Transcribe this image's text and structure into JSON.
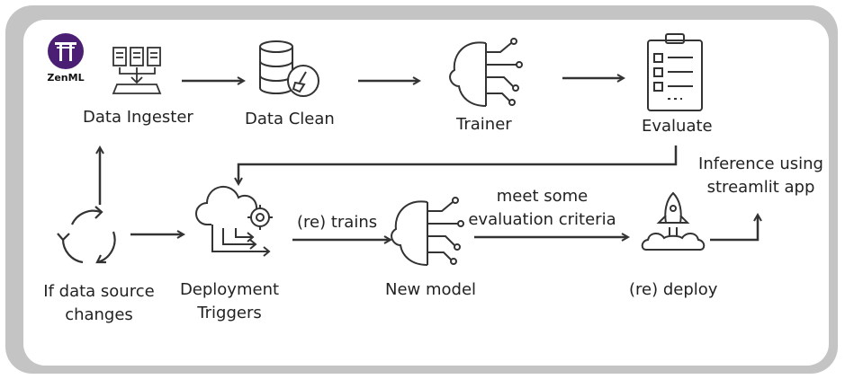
{
  "brand": {
    "name": "ZenML",
    "color": "#4b1f73"
  },
  "nodes": {
    "data_ingester": "Data Ingester",
    "data_clean": "Data Clean",
    "trainer": "Trainer",
    "evaluate": "Evaluate",
    "data_source": "If data source changes",
    "deployment_triggers": "Deployment Triggers",
    "new_model": "New model",
    "deploy": "(re) deploy",
    "inference": "Inference using streamlit app"
  },
  "edges": {
    "retrains": "(re) trains",
    "criteria": "meet some evaluation criteria"
  },
  "icons": [
    "data-ingest-icon",
    "database-clean-icon",
    "brain-circuit-icon",
    "checklist-icon",
    "cycle-icon",
    "cloud-gear-icon",
    "rocket-icon"
  ],
  "colors": {
    "frame": "#c4c4c4",
    "stroke": "#333333"
  }
}
